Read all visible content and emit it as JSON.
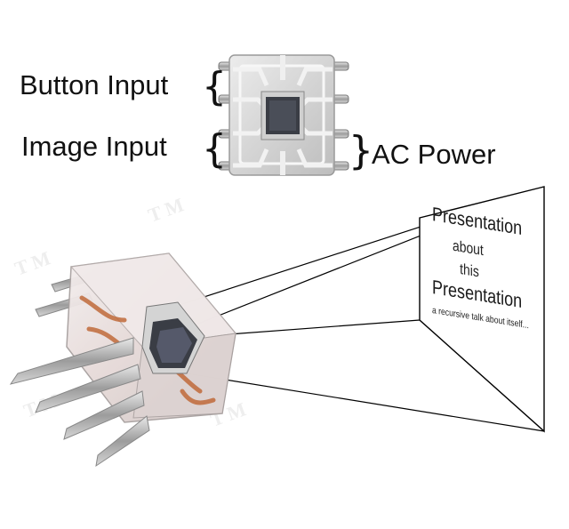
{
  "labels": {
    "button_input": "Button Input",
    "image_input": "Image Input",
    "ac_power": "AC Power"
  },
  "screen": {
    "line1": "Presentation",
    "line2": "about",
    "line3": "this",
    "line4": "Presentation",
    "line5": "a recursive talk about itself..."
  },
  "icons": {
    "chip_top": "ic-chip-top-view-icon",
    "chip_3d": "dip-chip-3d-icon"
  },
  "colors": {
    "text": "#111111",
    "chip_body": "#d8d8d8",
    "chip_die": "#3a3d45",
    "pin_metal": "#a9a9a9",
    "beam_line": "#000000",
    "copper": "#c06a3a"
  }
}
